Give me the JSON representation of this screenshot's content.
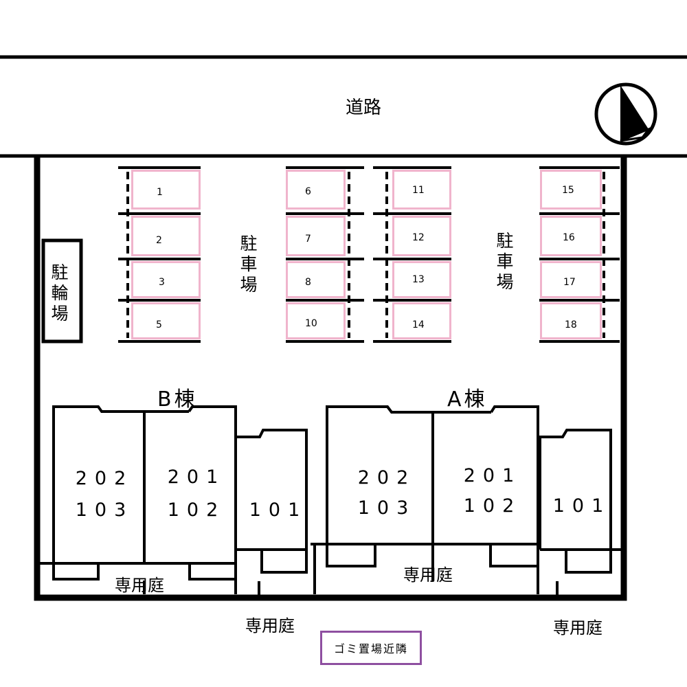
{
  "road": {
    "label": "道路"
  },
  "compass": {
    "icon": "north-arrow-icon"
  },
  "bicycle_parking": {
    "label": "駐輪場"
  },
  "parking_left": {
    "label": "駐車場"
  },
  "parking_right": {
    "label": "駐車場"
  },
  "spots": [
    "1",
    "2",
    "3",
    "5",
    "6",
    "7",
    "8",
    "10",
    "11",
    "12",
    "13",
    "14",
    "15",
    "16",
    "17",
    "18"
  ],
  "building_b": {
    "title": "B棟",
    "units": [
      {
        "upper": "202",
        "lower": "103"
      },
      {
        "upper": "201",
        "lower": "102"
      },
      {
        "upper": "",
        "lower": "101"
      }
    ]
  },
  "building_a": {
    "title": "A棟",
    "units": [
      {
        "upper": "202",
        "lower": "103"
      },
      {
        "upper": "201",
        "lower": "102"
      },
      {
        "upper": "",
        "lower": "101"
      }
    ]
  },
  "gardens": [
    "専用庭",
    "専用庭",
    "専用庭",
    "専用庭"
  ],
  "garbage": {
    "label": "ゴミ置場近隣"
  },
  "colors": {
    "spot_border": "#f0b4cc",
    "garbage_border": "#8e4fa0",
    "lines": "#000000"
  }
}
